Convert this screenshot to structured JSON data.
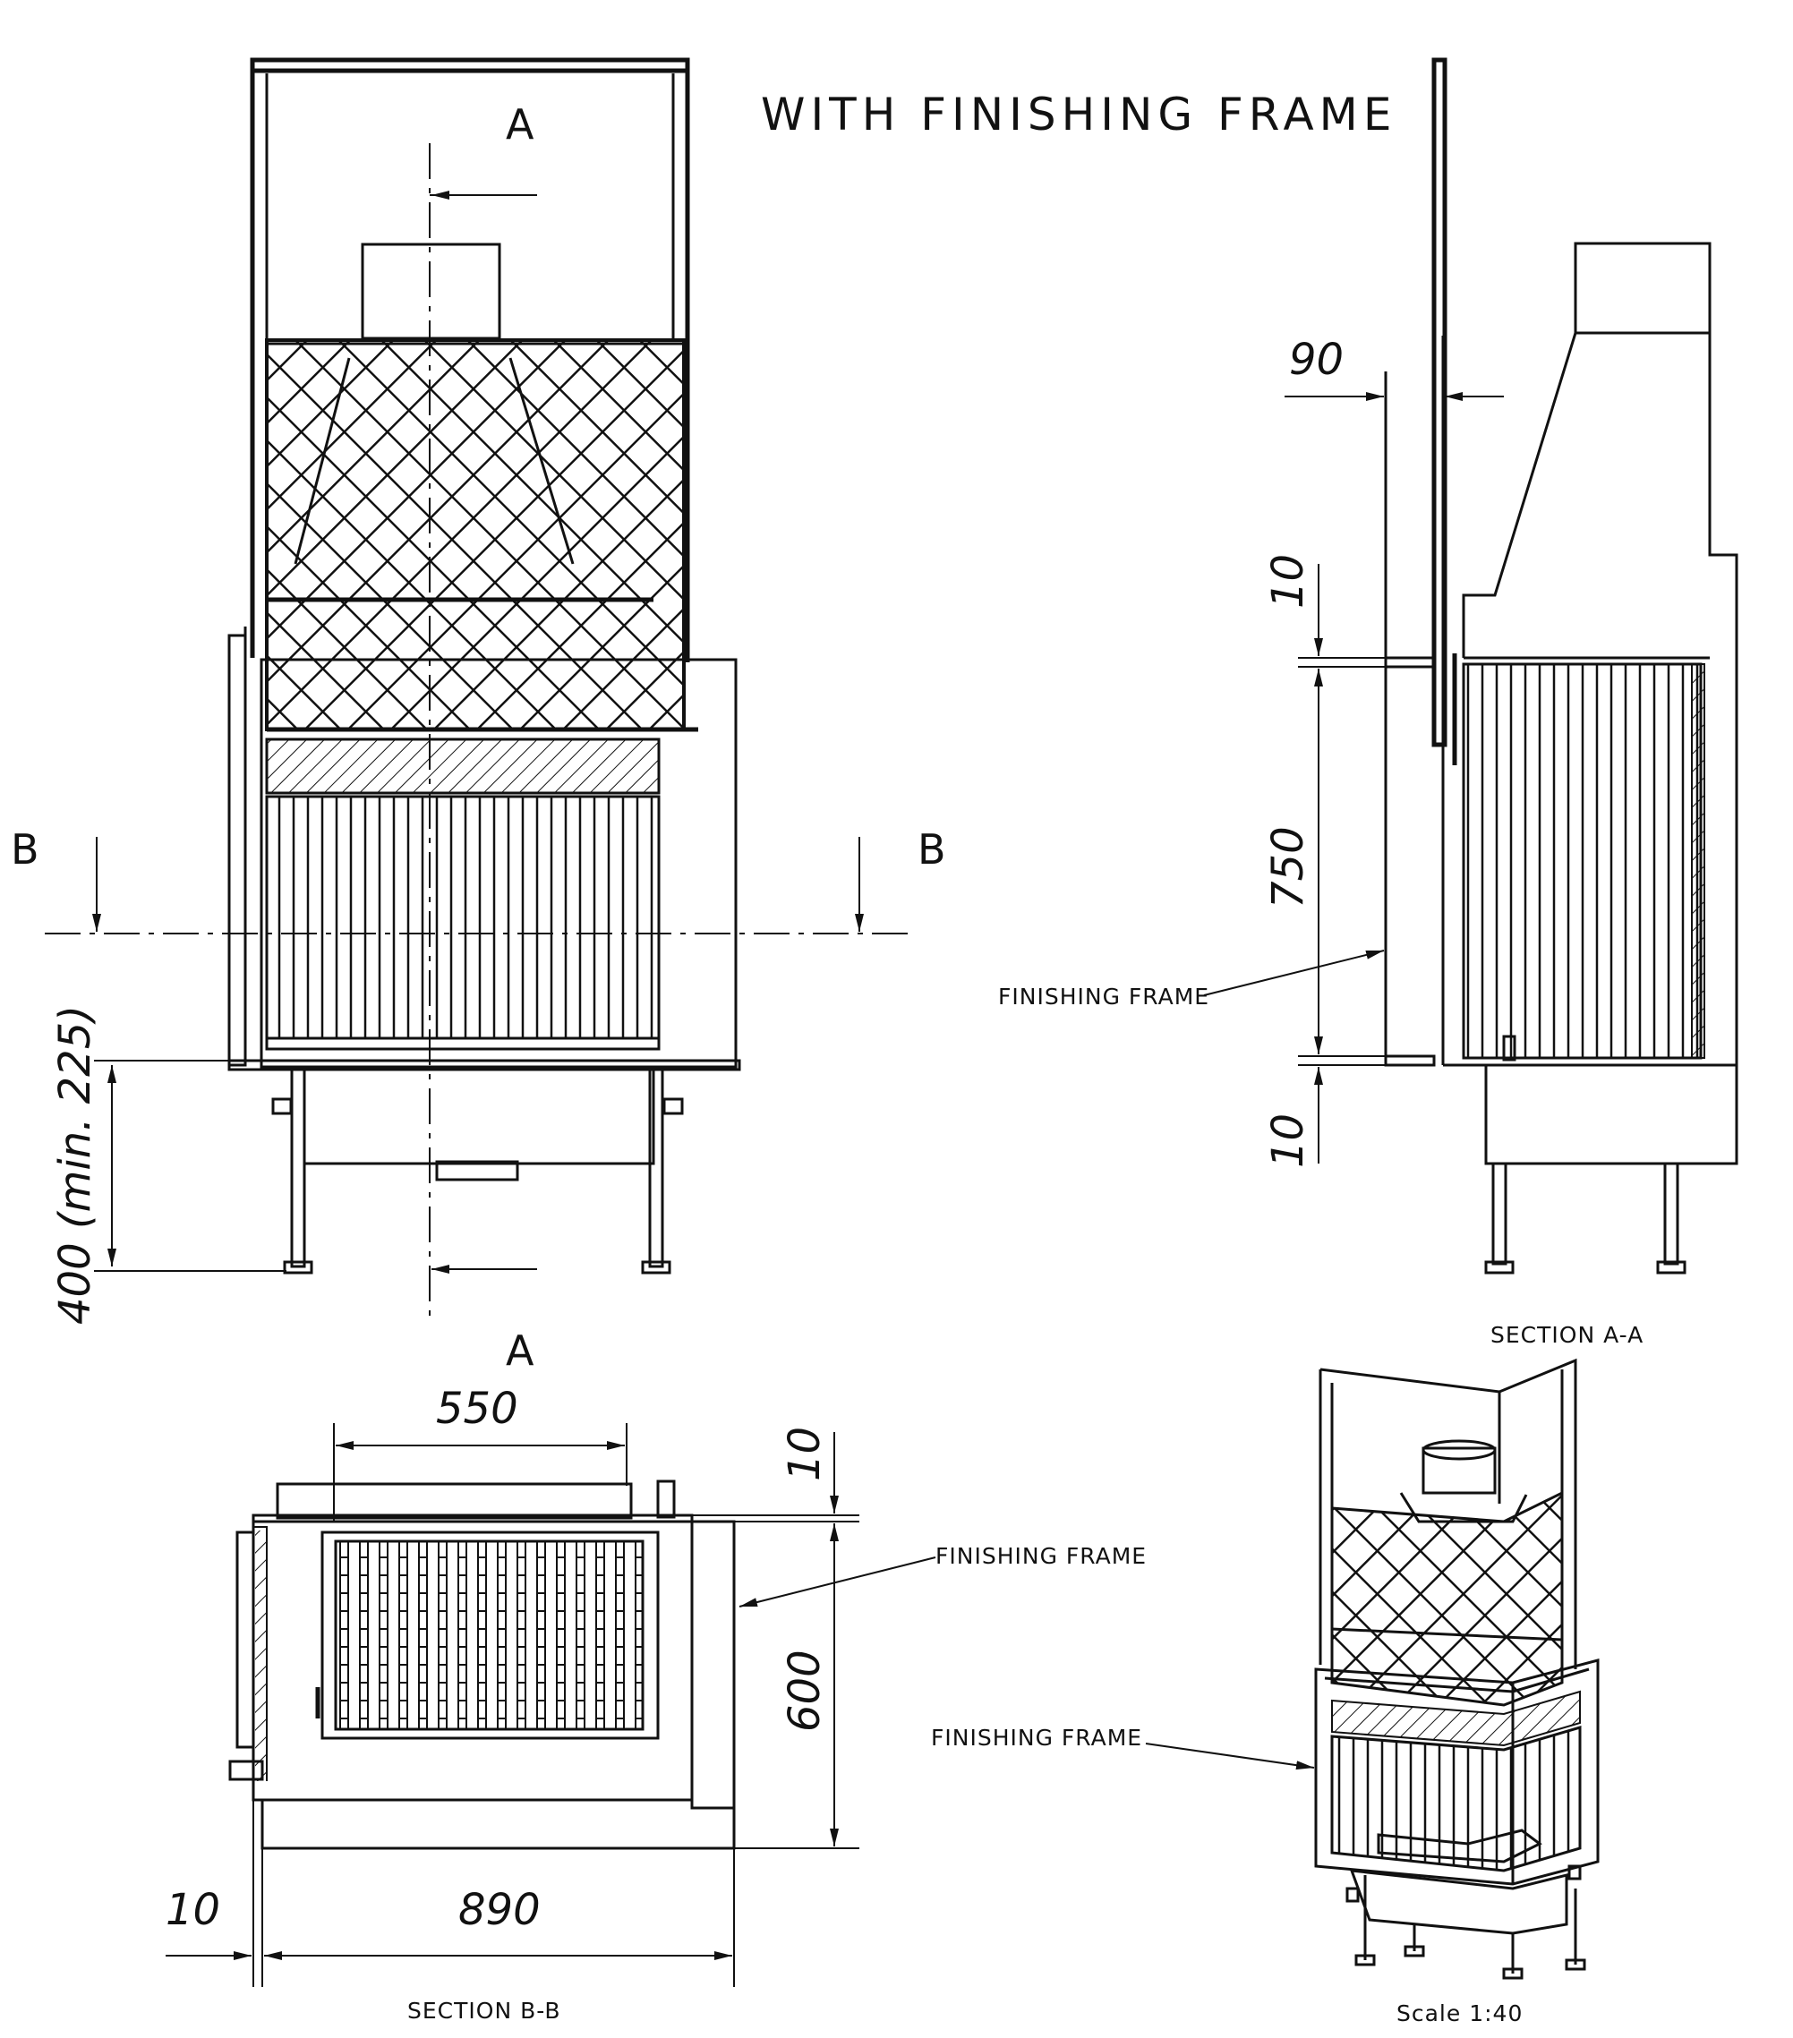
{
  "title": "WITH FINISHING FRAME",
  "section_marks": {
    "a_top": "A",
    "a_bottom": "A",
    "b_left": "B",
    "b_right": "B"
  },
  "dimensions": {
    "front_height": "400 (min. 225)",
    "side_offset": "90",
    "side_top_gap": "10",
    "side_height": "750",
    "side_bottom_gap": "10",
    "plan_width_inner": "550",
    "plan_top_gap": "10",
    "plan_depth": "600",
    "plan_side_gap": "10",
    "plan_width": "890"
  },
  "labels": {
    "finishing_frame_side": "FINISHING FRAME",
    "finishing_frame_plan": "FINISHING FRAME",
    "finishing_frame_iso": "FINISHING FRAME",
    "section_aa": "SECTION A-A",
    "section_bb": "SECTION B-B",
    "scale": "Scale 1:40"
  }
}
